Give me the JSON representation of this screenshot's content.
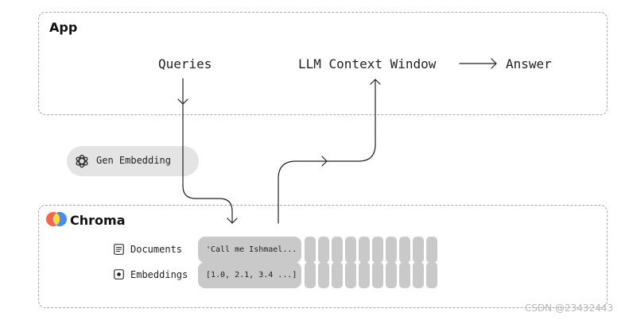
{
  "app": {
    "heading": "App"
  },
  "nodes": {
    "queries": "Queries",
    "context_window": "LLM Context Window",
    "answer": "Answer"
  },
  "embedding_step": {
    "label": "Gen Embedding",
    "icon": "openai-logo-icon"
  },
  "chroma": {
    "heading": "Chroma",
    "logo_colors": [
      "#327eff",
      "#ffde2d",
      "#ff6446"
    ],
    "rows": [
      {
        "label": "Documents",
        "icon": "document-icon",
        "value": "'Call me Ishmael..."
      },
      {
        "label": "Embeddings",
        "icon": "embedding-dot-icon",
        "value": "[1.0, 2.1, 3.4 ...]"
      }
    ],
    "stack_count": 10
  },
  "watermark": "CSDN @23432443"
}
